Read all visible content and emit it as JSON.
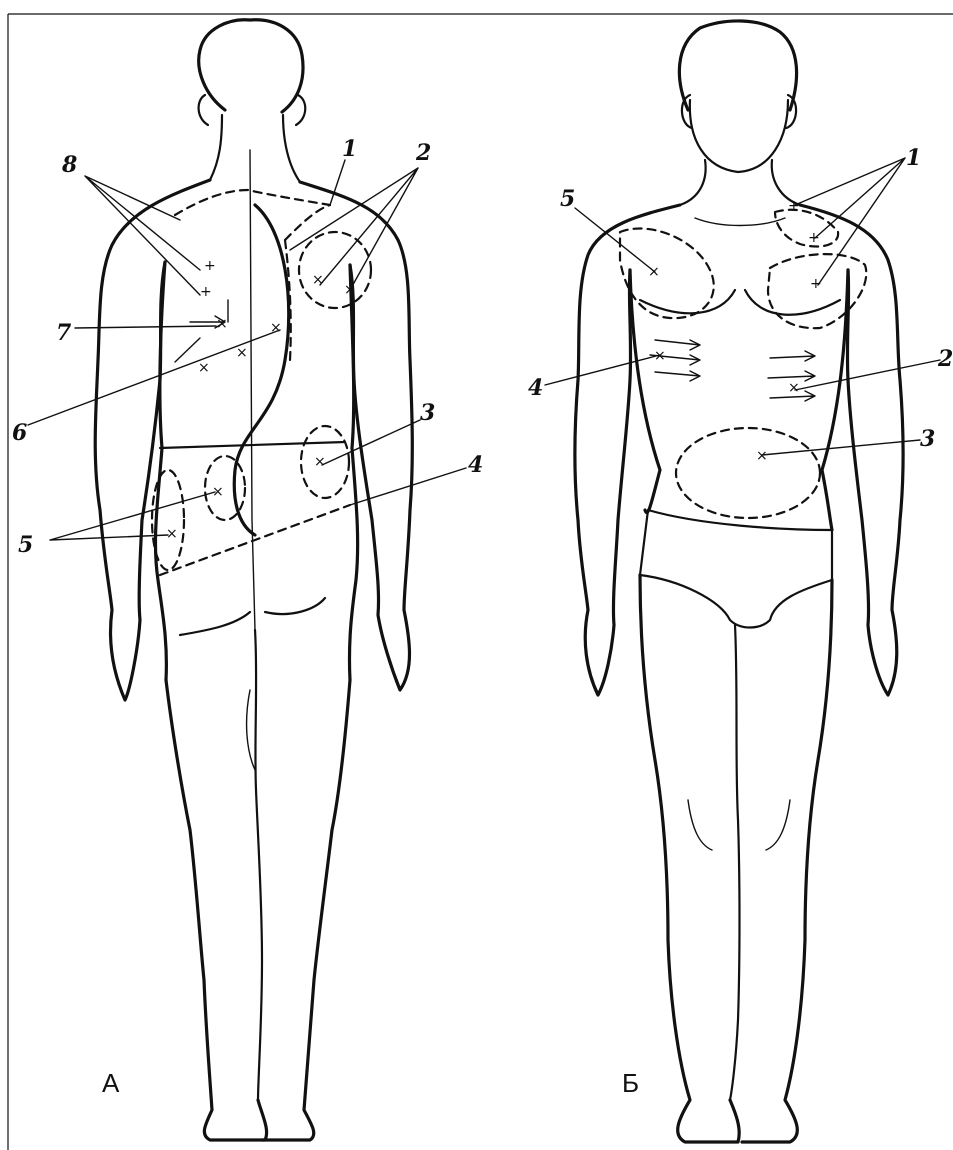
{
  "figure": {
    "panel_a_label": "А",
    "panel_b_label": "Б",
    "back_view_labels": [
      "8",
      "1",
      "2",
      "7",
      "6",
      "3",
      "4",
      "5"
    ],
    "front_view_labels": [
      "5",
      "1",
      "4",
      "2",
      "3"
    ]
  }
}
